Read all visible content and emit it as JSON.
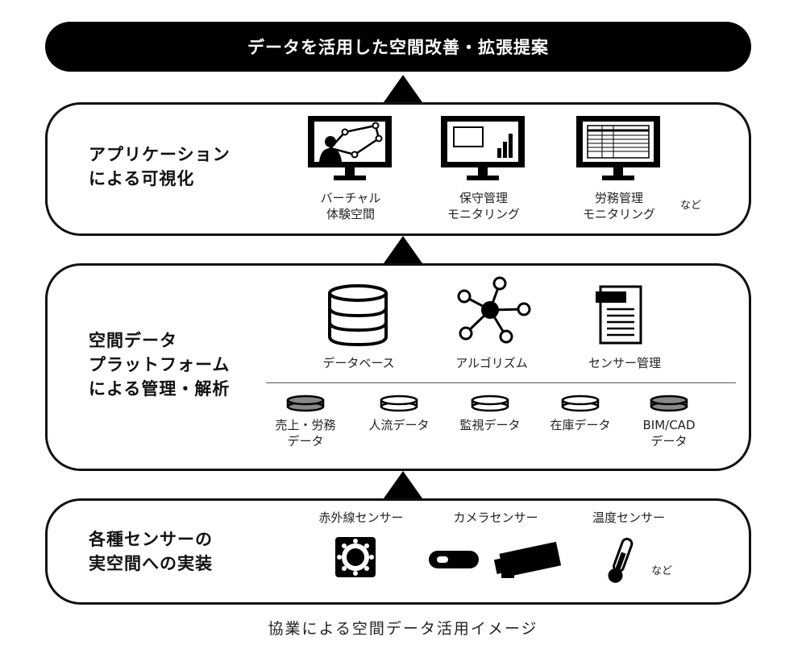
{
  "top_banner": "データを活用した空間改善・拡張提案",
  "layers": {
    "application": {
      "title": "アプリケーション\nによる可視化",
      "items": [
        {
          "label": "バーチャル\n体験空間",
          "icon": "virtual-space-monitor-icon"
        },
        {
          "label": "保守管理\nモニタリング",
          "icon": "maintenance-monitor-icon"
        },
        {
          "label": "労務管理\nモニタリング",
          "icon": "labor-monitor-icon"
        }
      ],
      "etc": "など"
    },
    "platform": {
      "title": "空間データ\nプラットフォーム\nによる管理・解析",
      "items": [
        {
          "label": "データベース",
          "icon": "database-icon"
        },
        {
          "label": "アルゴリズム",
          "icon": "network-algorithm-icon"
        },
        {
          "label": "センサー管理",
          "icon": "sensor-document-icon"
        }
      ],
      "data_sources": [
        {
          "label": "売上・労務\nデータ",
          "style": "gray"
        },
        {
          "label": "人流データ",
          "style": "white"
        },
        {
          "label": "監視データ",
          "style": "white"
        },
        {
          "label": "在庫データ",
          "style": "white"
        },
        {
          "label": "BIM/CAD\nデータ",
          "style": "gray"
        }
      ]
    },
    "sensors": {
      "title": "各種センサーの\n実空間への実装",
      "items": [
        {
          "label": "赤外線センサー",
          "icon": "infrared-sensor-icon"
        },
        {
          "label": "カメラセンサー",
          "icon": "camera-sensor-icon"
        },
        {
          "label": "温度センサー",
          "icon": "thermometer-icon"
        }
      ],
      "etc": "など"
    }
  },
  "caption": "協業による空間データ活用イメージ"
}
